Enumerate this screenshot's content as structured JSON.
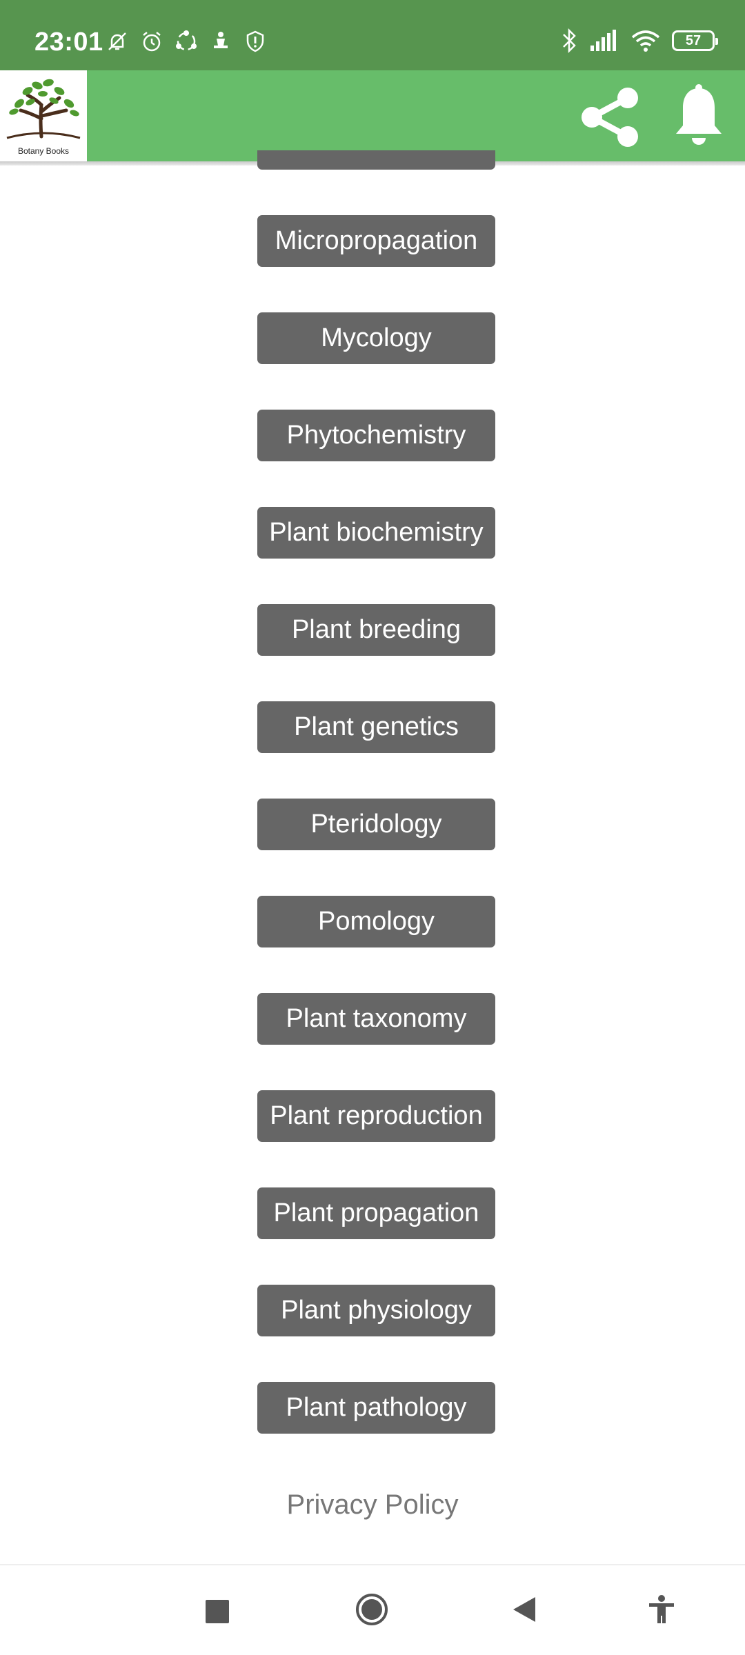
{
  "status_bar": {
    "time": "23:01",
    "battery": "57",
    "icons_left": [
      "muted-bell-icon",
      "alarm-icon",
      "sync-circle-icon",
      "meditation-icon",
      "shield-alert-icon"
    ],
    "icons_right": [
      "bluetooth-icon",
      "cell-signal-icon",
      "wifi-icon",
      "battery-icon"
    ]
  },
  "app_bar": {
    "logo_caption": "Botany Books",
    "actions": [
      "share-icon",
      "notification-bell-icon"
    ],
    "color": "#67bd6a"
  },
  "categories": [
    "Micropropagation",
    "Mycology",
    "Phytochemistry",
    "Plant biochemistry",
    "Plant breeding",
    "Plant genetics",
    "Pteridology",
    "Pomology",
    "Plant taxonomy",
    "Plant reproduction",
    "Plant propagation",
    "Plant physiology",
    "Plant pathology"
  ],
  "footer": {
    "privacy_policy": "Privacy Policy"
  },
  "nav_bar": {
    "buttons": [
      "recent-apps-icon",
      "home-icon",
      "back-icon",
      "accessibility-icon"
    ]
  }
}
